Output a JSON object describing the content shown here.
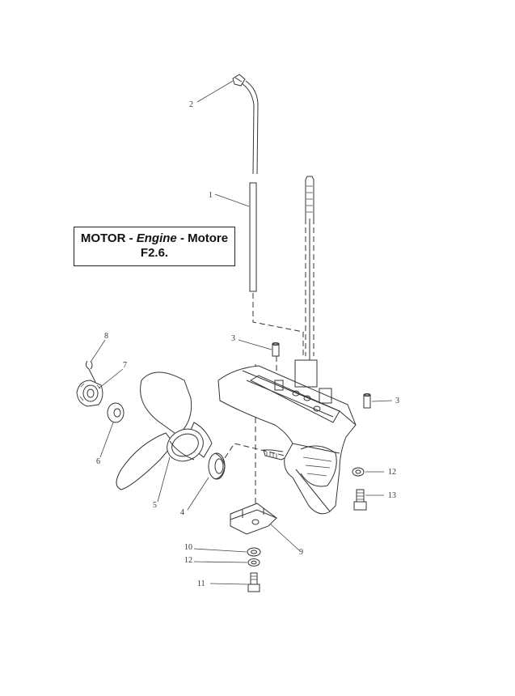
{
  "title": {
    "line1_a": "MOTOR - ",
    "line1_b": "Engine",
    "line1_c": " - Motore",
    "line2": "F2.6."
  },
  "callouts": {
    "c1": "1",
    "c2": "2",
    "c3a": "3",
    "c3b": "3",
    "c4": "4",
    "c5": "5",
    "c6": "6",
    "c7": "7",
    "c8": "8",
    "c9": "9",
    "c10": "10",
    "c11": "11",
    "c12a": "12",
    "c12b": "12",
    "c13": "13"
  }
}
